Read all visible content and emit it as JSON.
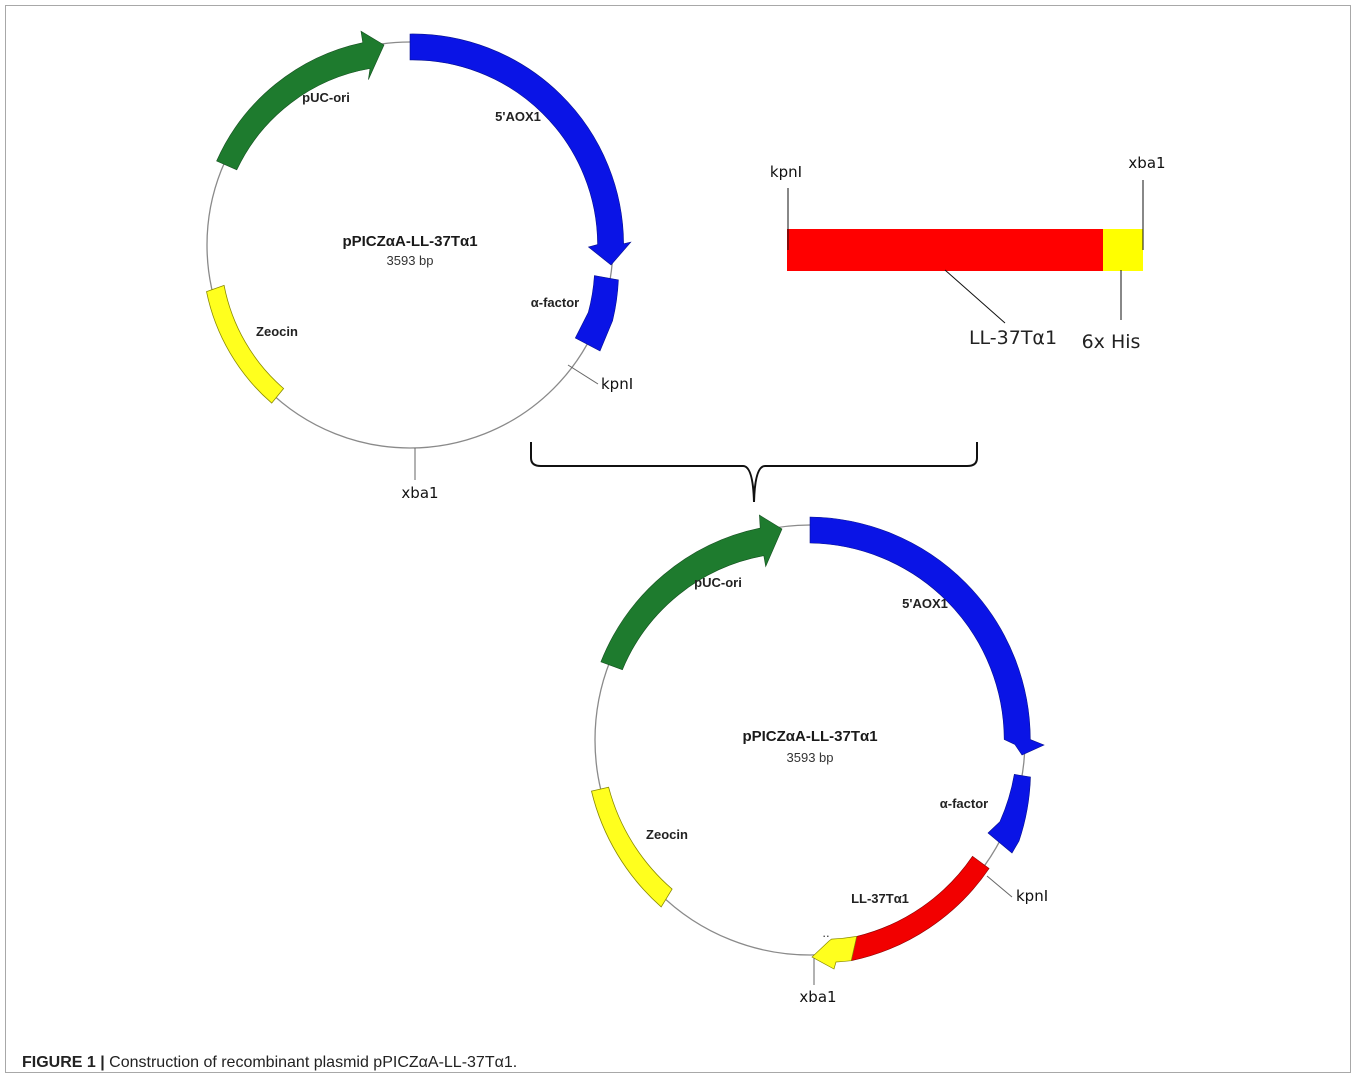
{
  "caption": {
    "label": "FIGURE 1 |",
    "text": "Construction of recombinant plasmid pPICZαA-LL-37Tα1."
  },
  "plasmid_top": {
    "name": "pPICZαA-LL-37Tα1",
    "size": "3593 bp",
    "features": {
      "puc_ori": "pUC-ori",
      "aox1": "5'AOX1",
      "alpha_factor": "α-factor",
      "zeocin": "Zeocin"
    },
    "sites": {
      "kpn": "kpnI",
      "xba": "xba1"
    }
  },
  "insert": {
    "site_left": "kpnI",
    "site_right": "xba1",
    "gene": "LL-37Tα1",
    "tag": "6x His"
  },
  "plasmid_bottom": {
    "name": "pPICZαA-LL-37Tα1",
    "size": "3593 bp",
    "features": {
      "puc_ori": "pUC-ori",
      "aox1": "5'AOX1",
      "alpha_factor": "α-factor",
      "zeocin": "Zeocin",
      "gene": "LL-37Tα1"
    },
    "sites": {
      "kpn": "kpnI",
      "xba": "xba1"
    },
    "tiny_mark": ".."
  },
  "colors": {
    "ori": "#1e7b2e",
    "aox1": "#0a14e6",
    "zeocin": "#ffff1e",
    "gene": "#f20000",
    "his": "#ffff00"
  }
}
